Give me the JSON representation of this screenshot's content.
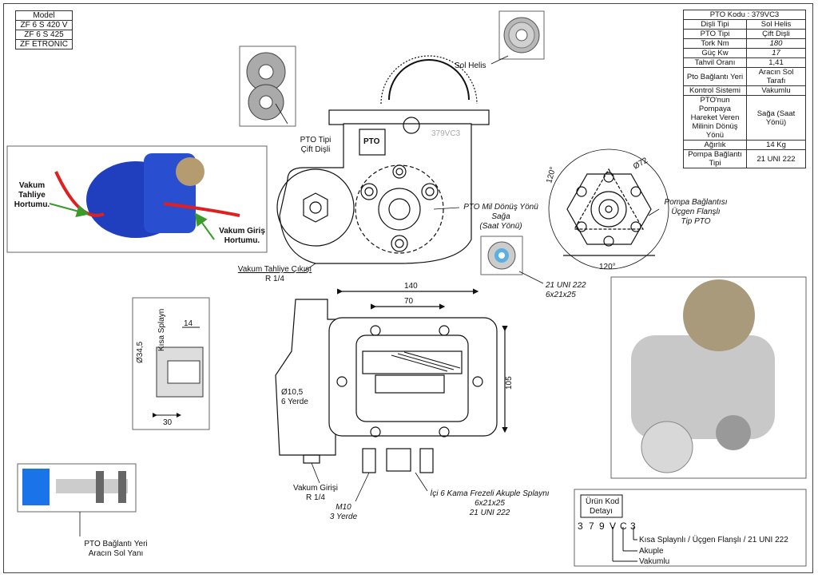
{
  "model_table": {
    "rows": [
      "Model",
      "ZF 6 S 420 V",
      "ZF 6 S 425",
      "ZF ETRONİC"
    ]
  },
  "spec_table": {
    "header": "PTO Kodu : 379VC3",
    "rows": [
      {
        "k": "Dişli Tipi",
        "v": "Sol Helis"
      },
      {
        "k": "PTO Tipi",
        "v": "Çift Dişli"
      },
      {
        "k": "Tork Nm",
        "v": "180"
      },
      {
        "k": "Güç Kw",
        "v": "17"
      },
      {
        "k": "Tahvil Oranı",
        "v": "1,41"
      },
      {
        "k": "Pto Bağlantı Yeri",
        "v": "Aracın Sol Tarafı"
      },
      {
        "k": "Kontrol Sistemi",
        "v": "Vakumlu"
      },
      {
        "k": "PTO'nun Pompaya Hareket Veren Milinin Dönüş Yönü",
        "v": "Sağa (Saat Yönü)"
      },
      {
        "k": "Ağırlık",
        "v": "14 Kg"
      },
      {
        "k": "Pompa Bağlantı Tipi",
        "v": "21 UNI 222"
      }
    ]
  },
  "labels": {
    "sol_helis": "Sol Helis",
    "pto_tipi_1": "PTO Tipi",
    "pto_tipi_2": "Çift Dişli",
    "vakum_tahliye": "Vakum\nTahliye\nHortumu.",
    "vakum_giris_hortum": "Vakum Giriş\nHortumu.",
    "mil_donus_1": "PTO Mil Dönüş Yönü",
    "mil_donus_2": "Sağa",
    "mil_donus_3": "(Saat Yönü)",
    "tahliye_cikisi_1": "Vakum Tahliye Çıkışı",
    "tahliye_cikisi_2": "R 1/4",
    "pompa_baglanti_1": "Pompa Bağlantısı",
    "pompa_baglanti_2": "Üçgen Flanşlı",
    "pompa_baglanti_3": "Tip PTO",
    "uni_1": "21 UNI 222",
    "uni_2": "6x21x25",
    "vakum_girisi_1": "Vakum Girişi",
    "vakum_girisi_2": "R 1/4",
    "m10_1": "M10",
    "m10_2": "3 Yerde",
    "kama_1": "İçi 6 Kama Frezeli Akuple Splaynı",
    "kama_2": "6x21x25",
    "kama_3": "21 UNI 222",
    "baglanti_yeri_1": "PTO Bağlantı Yeri",
    "baglanti_yeri_2": "Aracın Sol Yanı",
    "hole_1": "Ø10,5",
    "hole_2": "6 Yerde",
    "part_code": "379VC3",
    "logo_text": "PTO"
  },
  "dims": {
    "d140": "140",
    "d70": "70",
    "d105": "105",
    "d72": "Ø72",
    "a120a": "120°",
    "a120b": "120°",
    "d345": "Ø34,5",
    "d14": "14",
    "d30": "30",
    "kisa_splayn": "Kısa Splayn"
  },
  "code_detail": {
    "title_1": "Ürün Kod",
    "title_2": "Detayı",
    "chars": [
      "3",
      "7",
      "9",
      "V",
      "C",
      "3"
    ],
    "c3": "Kısa Splaynlı / Üçgen Flanşlı / 21 UNI 222",
    "c_akuple": "Akuple",
    "c_vakumlu": "Vakumlu"
  },
  "colors": {
    "pump_blue": "#1f3fbf",
    "hose_red": "#e02020",
    "arrow_green": "#3a9a2a",
    "cab_blue": "#1a73e8"
  }
}
